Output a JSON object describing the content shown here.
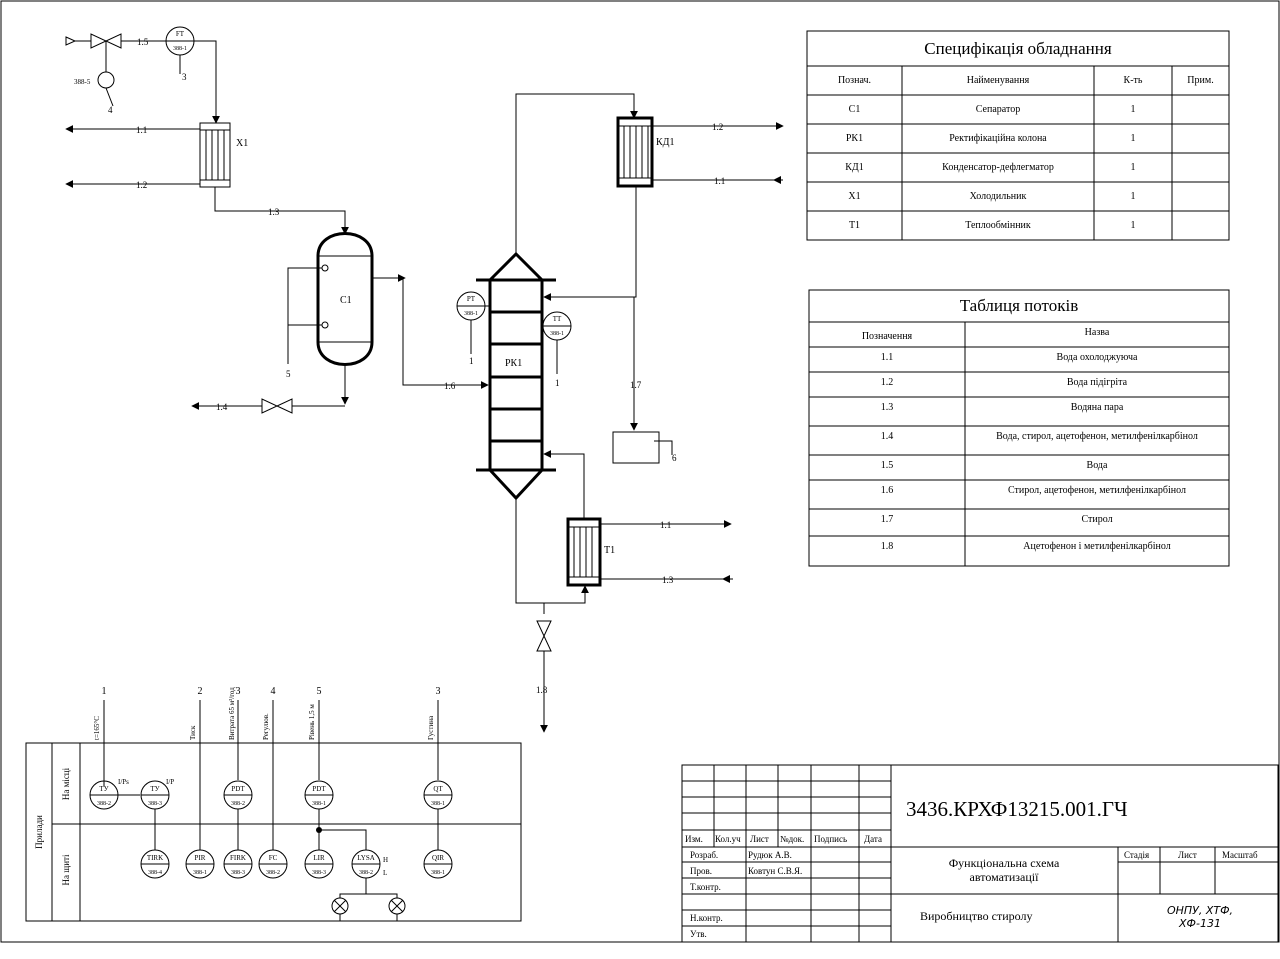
{
  "equipment_spec": {
    "title": "Специфікація обладнання",
    "headers": [
      "Познач.",
      "Найменування",
      "К-ть",
      "Прим."
    ],
    "rows": [
      [
        "С1",
        "Сепаратор",
        "1",
        ""
      ],
      [
        "РК1",
        "Ректифікаційна колона",
        "1",
        ""
      ],
      [
        "КД1",
        "Конденсатор-дефлегматор",
        "1",
        ""
      ],
      [
        "Х1",
        "Холодильник",
        "1",
        ""
      ],
      [
        "Т1",
        "Теплообмінник",
        "1",
        ""
      ]
    ]
  },
  "flow_table": {
    "title": "Таблиця потоків",
    "headers": [
      "Позначення",
      "Назва"
    ],
    "rows": [
      [
        "1.1",
        "Вода охолоджуюча"
      ],
      [
        "1.2",
        "Вода підігріта"
      ],
      [
        "1.3",
        "Водяна пара"
      ],
      [
        "1.4",
        "Вода, стирол, ацетофенон, метилфенілкарбінол"
      ],
      [
        "1.5",
        "Вода"
      ],
      [
        "1.6",
        "Стирол, ацетофенон, метилфенілкарбінол"
      ],
      [
        "1.7",
        "Стирол"
      ],
      [
        "1.8",
        "Ацетофенон і метилфенілкарбінол"
      ]
    ]
  },
  "diagram": {
    "equipment_labels": {
      "cooler": "Х1",
      "separator": "С1",
      "column": "РК1",
      "condenser": "КД1",
      "heat_exchanger": "Т1"
    },
    "streams": {
      "s11": "1.1",
      "s12": "1.2",
      "s13": "1.3",
      "s14": "1.4",
      "s15": "1.5",
      "s16": "1.6",
      "s17": "1.7",
      "s18": "1.8"
    },
    "instruments": {
      "ft_top": "FT",
      "ft_sub": "388-1",
      "pt_col": "PT",
      "pt_sub": "388-1",
      "tt_col": "TT",
      "tt_sub": "388-1",
      "valve_tag": "388-5"
    },
    "loop_numbers": {
      "n1": "1",
      "n2": "2",
      "n3": "3",
      "n4": "4",
      "n5": "5",
      "n6": "6"
    }
  },
  "instrument_panel": {
    "side_label": "Прилади",
    "row_labels": [
      "На місці",
      "На щиті"
    ],
    "loop_numbers": [
      "1",
      "2",
      "3",
      "4",
      "5",
      "3"
    ],
    "params": [
      "t=165°С",
      "Тиск",
      "Витрата 65 м³/год",
      "Регулюв.",
      "Рівень 1,5 м",
      "Густина"
    ],
    "field": [
      {
        "tag": "ТУ",
        "sub": "388-2"
      },
      {
        "tag": "ТУ",
        "sub": "388-3"
      },
      {
        "tag": "PDT",
        "sub": "388-2"
      },
      {
        "tag": "PDT",
        "sub": "388-1"
      },
      {
        "tag": "QT",
        "sub": "388-1"
      }
    ],
    "signal_labels": [
      "I/Ps",
      "I/P"
    ],
    "board": [
      {
        "tag": "TIRK",
        "sub": "388-4"
      },
      {
        "tag": "PIR",
        "sub": "388-1"
      },
      {
        "tag": "FIRK",
        "sub": "388-3"
      },
      {
        "tag": "FC",
        "sub": "388-2"
      },
      {
        "tag": "LIR",
        "sub": "388-3"
      },
      {
        "tag": "LYSA",
        "sub": "388-2"
      },
      {
        "tag": "QIR",
        "sub": "388-1"
      }
    ],
    "lysa_limits": [
      "H",
      "L"
    ]
  },
  "title_block": {
    "doc_number": "3436.КРХФ13215.001.ГЧ",
    "headers": [
      "Изм.",
      "Кол.уч",
      "Лист",
      "№док.",
      "Подпись",
      "Дата"
    ],
    "roles": [
      "Розраб.",
      "Пров.",
      "Т.контр.",
      "Н.контр.",
      "Утв."
    ],
    "names": [
      "Рудюк А.В.",
      "Ковтун С.В.Я."
    ],
    "drawing_title": "Функціональна схема автоматизації",
    "stage_headers": [
      "Стадія",
      "Лист",
      "Масштаб"
    ],
    "product": "Виробництво стиролу",
    "organization": "ОНПУ, ХТФ, ХФ-131"
  }
}
